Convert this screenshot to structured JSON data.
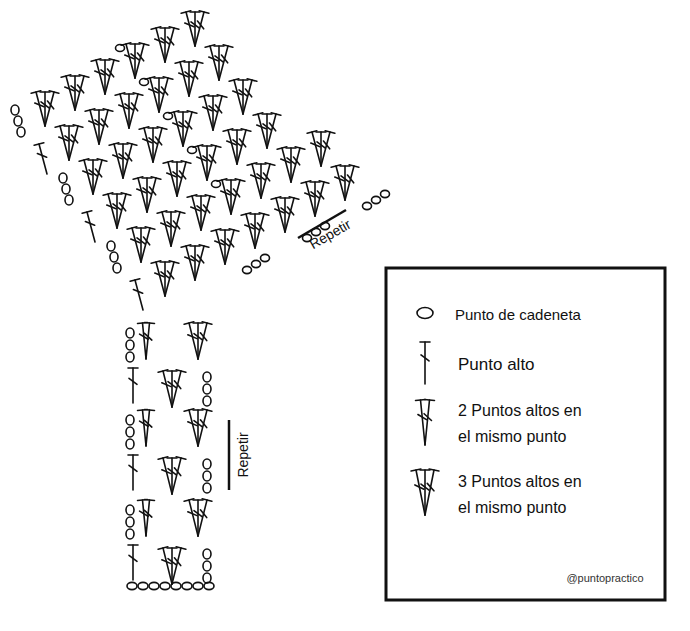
{
  "diagram": {
    "labels": [
      "Repetir",
      "Repetir",
      "@puntopractico"
    ],
    "legend": [
      {
        "text": "Punto de cadeneta"
      },
      {
        "text": "Punto alto"
      },
      {
        "text": "2 Puntos altos en el mismo punto"
      },
      {
        "text": "3 Puntos altos en el mismo punto"
      }
    ]
  }
}
